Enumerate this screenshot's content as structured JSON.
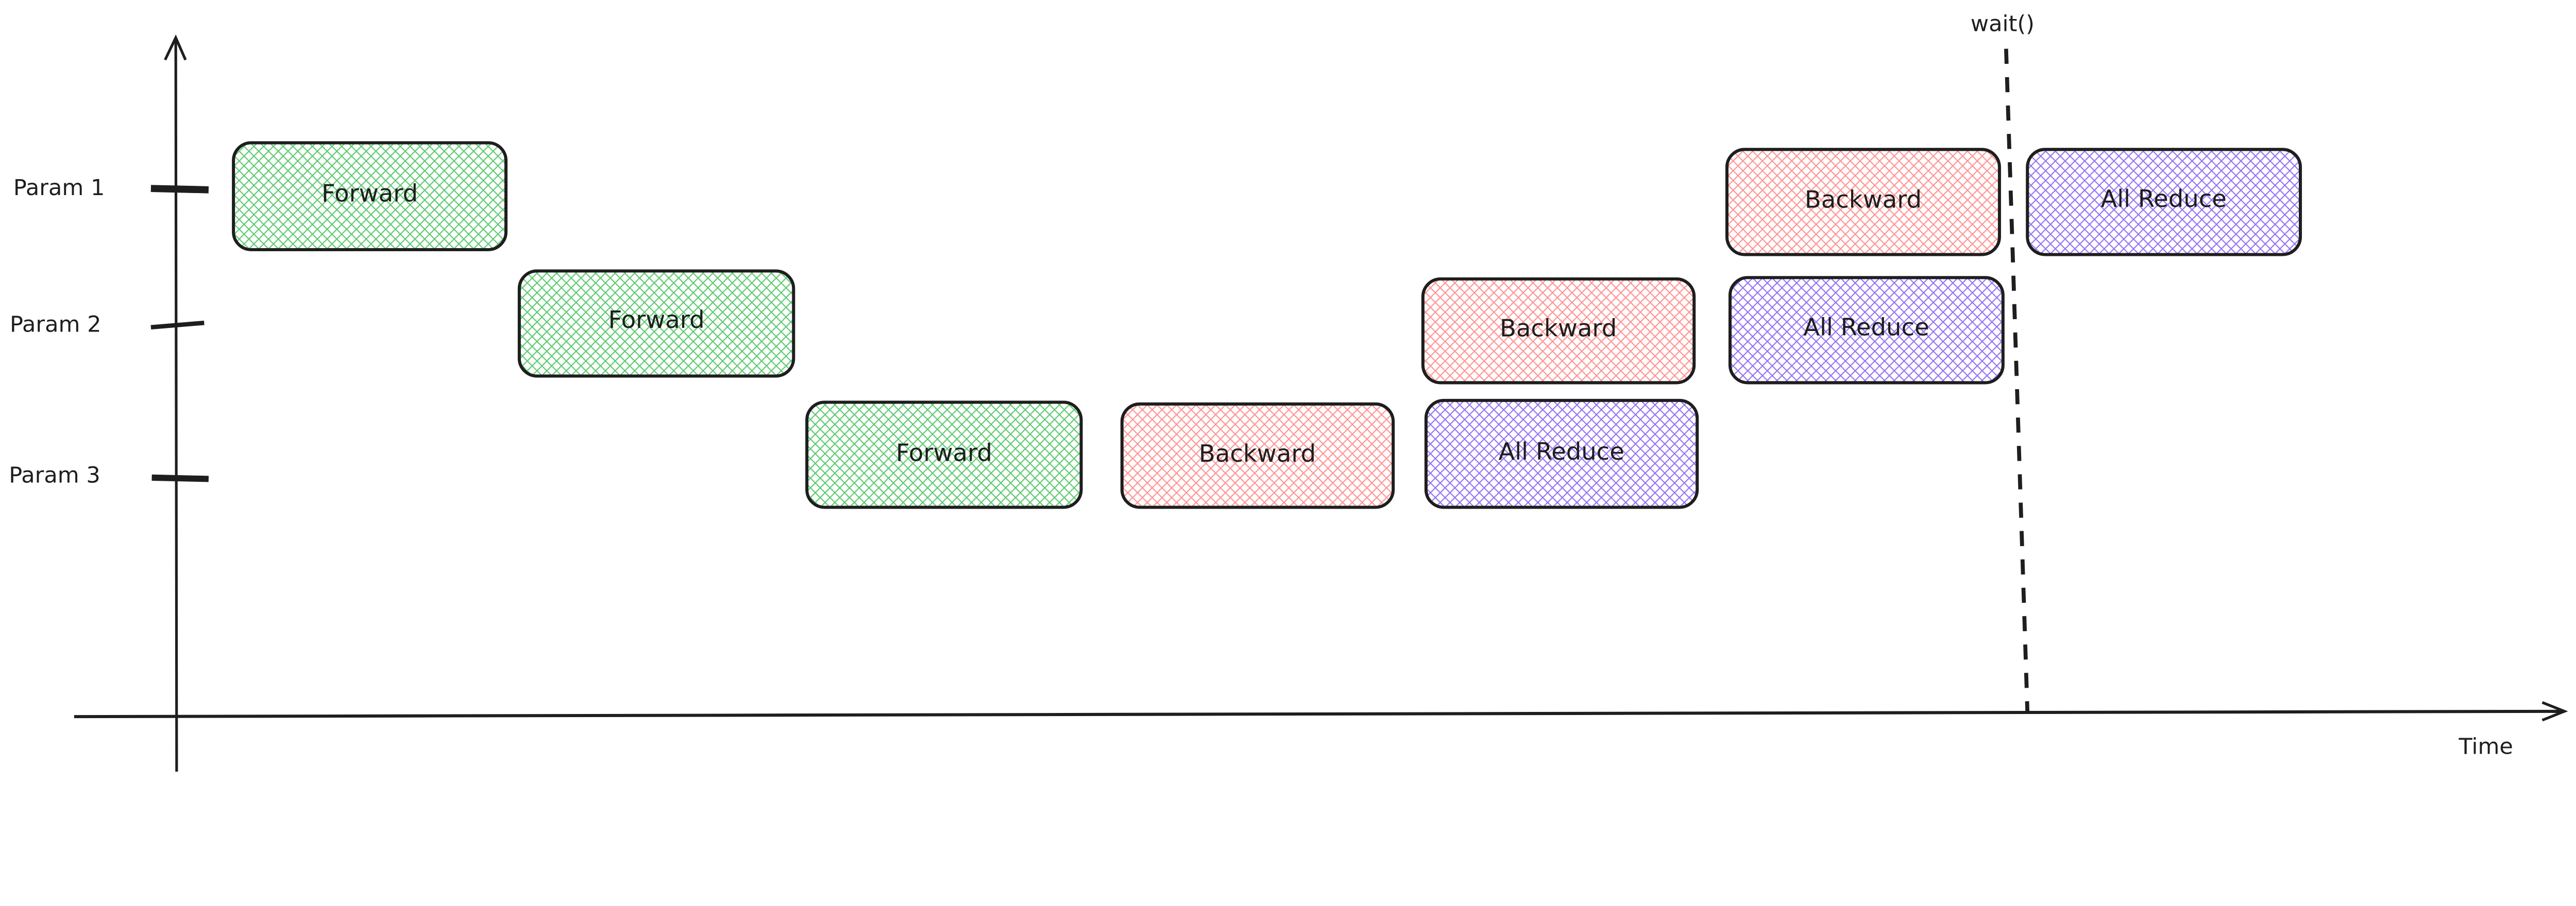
{
  "colors": {
    "forward": "#40c057",
    "backward": "#ff8787",
    "allreduce": "#7950f2",
    "stroke": "#1e1e1e"
  },
  "axis": {
    "x_label": "Time",
    "rows": [
      "Param 1",
      "Param 2",
      "Param 3"
    ]
  },
  "marker": {
    "label": "wait()"
  },
  "blocks": [
    {
      "label": "Forward",
      "kind": "forward",
      "row": "Param 1"
    },
    {
      "label": "Forward",
      "kind": "forward",
      "row": "Param 2"
    },
    {
      "label": "Forward",
      "kind": "forward",
      "row": "Param 3"
    },
    {
      "label": "Backward",
      "kind": "backward",
      "row": "Param 3"
    },
    {
      "label": "All Reduce",
      "kind": "allreduce",
      "row": "Param 3"
    },
    {
      "label": "Backward",
      "kind": "backward",
      "row": "Param 2"
    },
    {
      "label": "All Reduce",
      "kind": "allreduce",
      "row": "Param 2"
    },
    {
      "label": "Backward",
      "kind": "backward",
      "row": "Param 1"
    },
    {
      "label": "All Reduce",
      "kind": "allreduce",
      "row": "Param 1"
    }
  ]
}
